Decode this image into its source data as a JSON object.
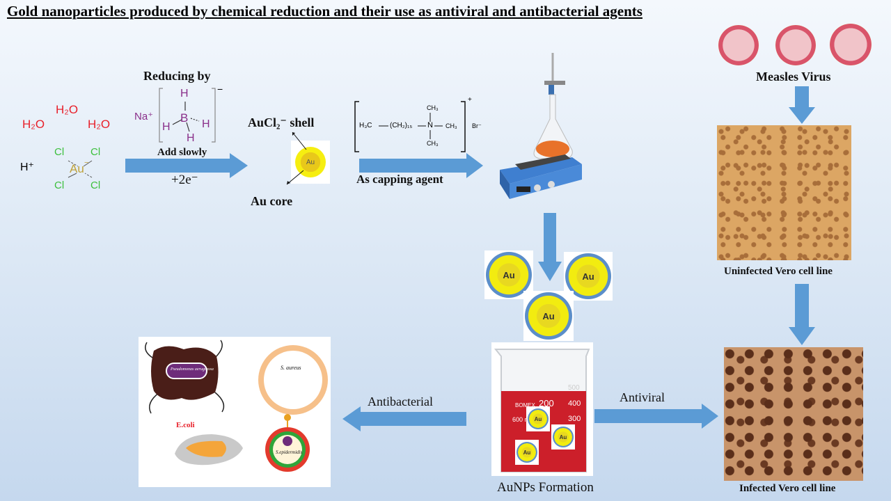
{
  "title": "Gold nanoparticles produced by chemical reduction and their use as antiviral and antibacterial agents",
  "reactants": {
    "water": [
      "H₂O",
      "H₂O",
      "H₂O"
    ],
    "proton": "H⁺",
    "chloride": [
      "Cl",
      "Cl",
      "Cl",
      "Cl"
    ],
    "gold": "Au",
    "gold_charge": "−"
  },
  "reducer": {
    "heading": "Reducing by",
    "sodium": "Na⁺",
    "boron": "B",
    "hydrogens": [
      "H",
      "H",
      "H",
      "H"
    ],
    "charge": "−",
    "note": "Add slowly",
    "electrons": "+2e⁻"
  },
  "particle": {
    "shell_label": "AuCl₂⁻ shell",
    "core_label": "Au core",
    "core_text": "Au"
  },
  "capping": {
    "formula_left": "H₃C",
    "formula_chain": "(CH₂)₁₅",
    "formula_n": "N",
    "methyl_top": "CH₃",
    "methyl_right": "CH₃",
    "methyl_bottom": "CH₃",
    "counter_ion": "Br⁻",
    "charge": "+",
    "label": "As capping agent"
  },
  "virus": {
    "label": "Measles Virus"
  },
  "cells": {
    "uninfected": "Uninfected Vero cell line",
    "infected": "Infected Vero cell line"
  },
  "nanoparticles": {
    "labels": [
      "Au",
      "Au",
      "Au"
    ]
  },
  "beaker": {
    "brand": "BOMEX",
    "marks": [
      "500",
      "400",
      "300",
      "200",
      "600 ml"
    ],
    "np_labels": [
      "Au",
      "Au",
      "Au"
    ],
    "label": "AuNPs Formation"
  },
  "arrows": {
    "antiviral": "Antiviral",
    "antibacterial": "Antibacterial"
  },
  "bacteria": {
    "names": [
      "Pseudomonas aeruginosa",
      "S. aureus",
      "E.coli",
      "S.epidermidis"
    ]
  },
  "colors": {
    "arrow": "#5b9bd5",
    "gold": "#e8d820",
    "shell": "#5b8ec9",
    "solution": "#cc1f2a"
  }
}
